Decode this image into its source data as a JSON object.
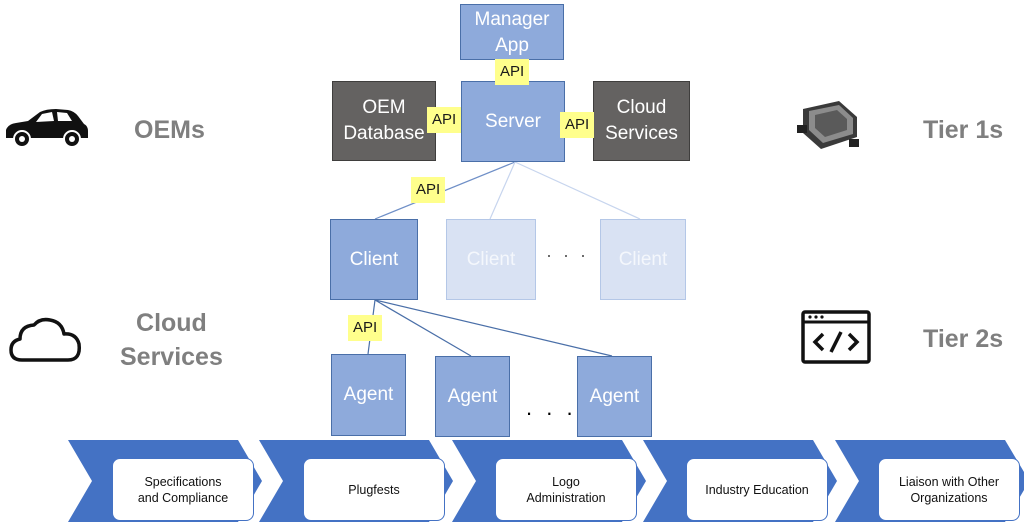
{
  "left": {
    "oems_label": "OEMs",
    "cloud_label": "Cloud\nServices",
    "car_icon": "car-icon",
    "cloud_icon": "cloud-icon"
  },
  "right": {
    "tier1_label": "Tier 1s",
    "tier2_label": "Tier 2s",
    "ecu_icon": "ecu-module-icon",
    "code_icon": "code-window-icon"
  },
  "architecture": {
    "manager_app": "Manager\nApp",
    "server": "Server",
    "oem_database": "OEM\nDatabase",
    "cloud_services": "Cloud\nServices",
    "client_main": "Client",
    "client_faint_1": "Client",
    "client_faint_2": "Client",
    "client_ellipsis": "· · ·",
    "agent_1": "Agent",
    "agent_2": "Agent",
    "agent_3": "Agent",
    "agent_ellipsis": ". . .",
    "api_label": "API"
  },
  "bottom_chevrons": [
    {
      "label": "Specifications\nand Compliance"
    },
    {
      "label": "Plugfests"
    },
    {
      "label": "Logo\nAdministration"
    },
    {
      "label": "Industry Education"
    },
    {
      "label": "Liaison with Other\nOrganizations"
    }
  ],
  "colors": {
    "node_blue": "#8eaadb",
    "node_faint": "#d9e2f3",
    "node_gray": "#646261",
    "api_yellow": "#ffff8c",
    "chevron_blue": "#4472c4",
    "label_gray": "#7f7f7f"
  }
}
